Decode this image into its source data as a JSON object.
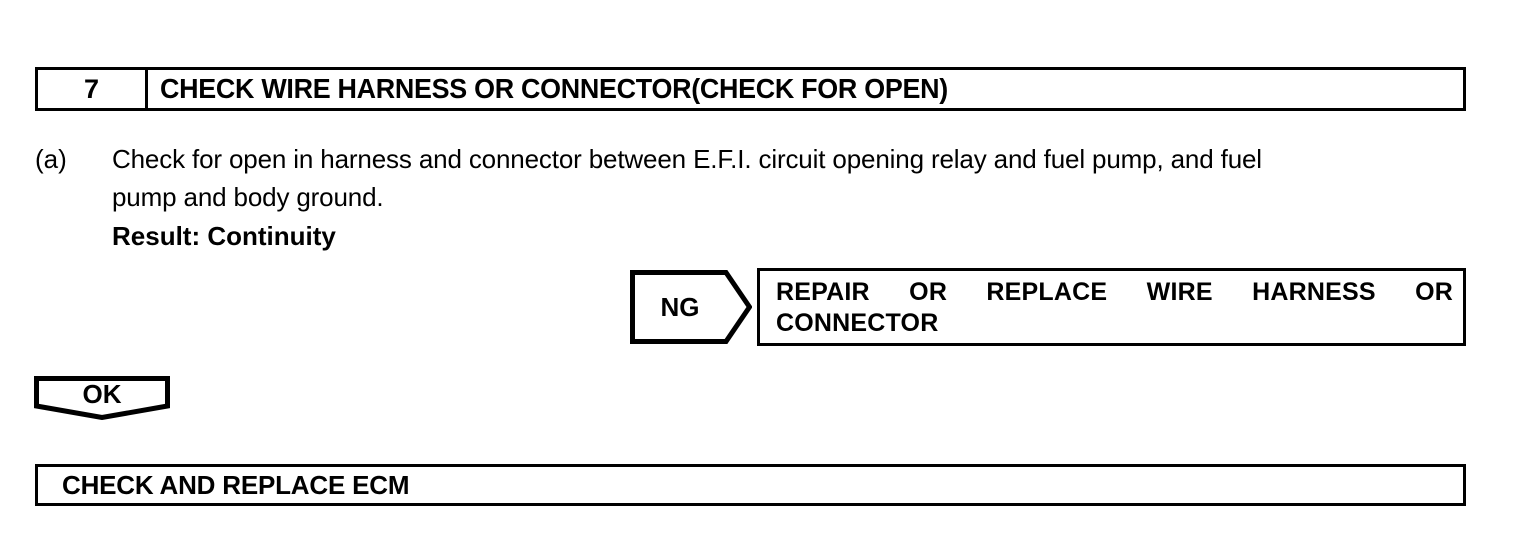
{
  "step": {
    "number": "7",
    "title": "CHECK WIRE HARNESS OR CONNECTOR(CHECK FOR OPEN)"
  },
  "procedure": {
    "marker": "(a)",
    "line1": "Check for open in harness and connector between E.F.I. circuit opening relay and fuel pump, and fuel",
    "line2": "pump and body ground.",
    "result": "Result: Continuity"
  },
  "branches": {
    "ng": {
      "tag_label": "NG",
      "action_line1": "REPAIR OR REPLACE WIRE HARNESS OR",
      "action_line2": "CONNECTOR"
    },
    "ok": {
      "tag_label": "OK",
      "action": "CHECK AND REPLACE ECM"
    }
  },
  "colors": {
    "ink": "#000000",
    "paper": "#ffffff"
  }
}
